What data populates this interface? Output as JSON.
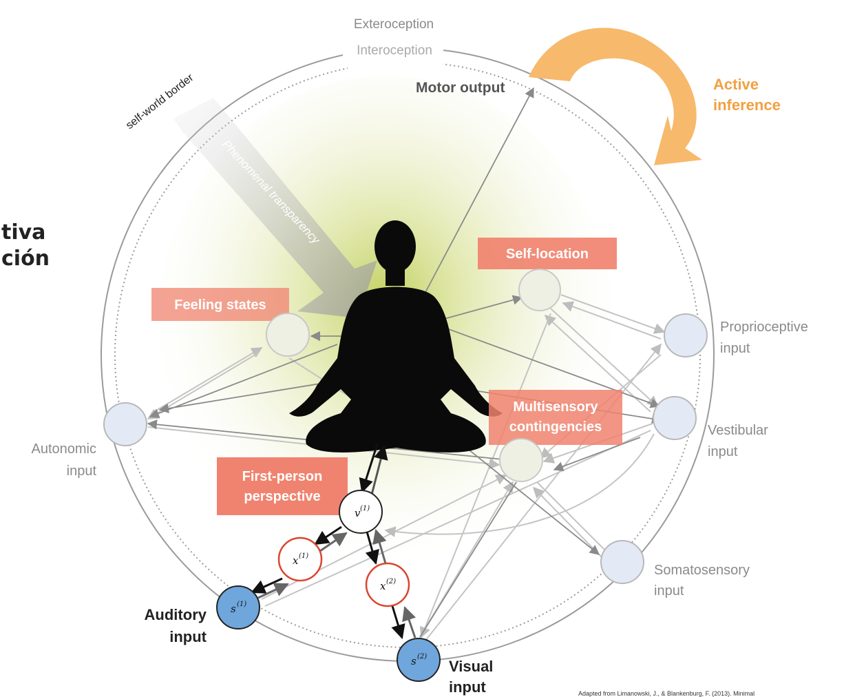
{
  "side_title": {
    "line1": "tiva",
    "line2": "ción"
  },
  "labels": {
    "exteroception": "Exteroception",
    "interoception": "Interoception",
    "self_world_border": "self-world border",
    "phenomenal_transparency": "Phenomenal transparency",
    "motor_output": "Motor output",
    "active_inference_1": "Active",
    "active_inference_2": "inference",
    "self_location": "Self-location",
    "feeling_states": "Feeling states",
    "multisensory_1": "Multisensory",
    "multisensory_2": "contingencies",
    "first_person_1": "First-person",
    "first_person_2": "perspective",
    "proprioceptive_1": "Proprioceptive",
    "proprioceptive_2": "input",
    "vestibular_1": "Vestibular",
    "vestibular_2": "input",
    "autonomic_1": "Autonomic",
    "autonomic_2": "input",
    "somatosensory_1": "Somatosensory",
    "somatosensory_2": "input",
    "auditory_1": "Auditory",
    "auditory_2": "input",
    "visual_1": "Visual",
    "visual_2": "input",
    "citation": "Adapted from Limanowski, J., & Blankenburg, F. (2013). Minimal"
  },
  "nodes": {
    "v1": "v",
    "v1_sup": "(1)",
    "x1": "x",
    "x1_sup": "(1)",
    "x2": "x",
    "x2_sup": "(2)",
    "s1": "s",
    "s1_sup": "(1)",
    "s2": "s",
    "s2_sup": "(2)"
  },
  "colors": {
    "box_fill": "#f0836f",
    "active_arrow": "#f7b96c",
    "active_text": "#f2a040",
    "sensory_node": "#6fa6dc",
    "input_node": "#e3eaf6",
    "hidden_node_stroke": "#d9452e",
    "glow_center": "#bfcf5a"
  }
}
